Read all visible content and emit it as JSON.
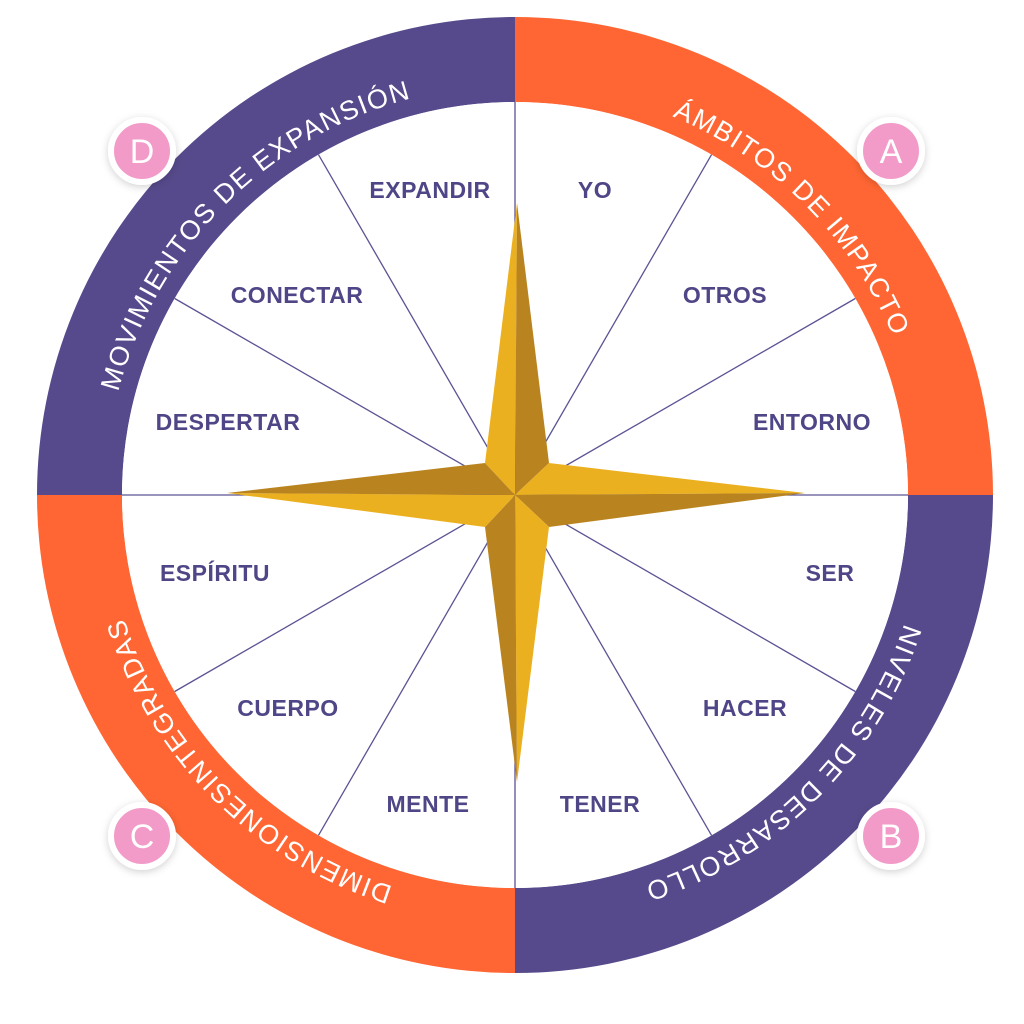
{
  "colors": {
    "purple": "#574a8c",
    "orange": "#ff6633",
    "label": "#4e4686",
    "badge": "#f29bc9",
    "star_light": "#ebb01f",
    "star_dark": "#b98420"
  },
  "quadrants": [
    {
      "badge": "A",
      "title": "ÁMBITOS DE IMPACTO",
      "color": "orange",
      "items": [
        "YO",
        "OTROS",
        "ENTORNO"
      ]
    },
    {
      "badge": "B",
      "title": "NIVELES DE DESARROLLO",
      "color": "purple",
      "items": [
        "SER",
        "HACER",
        "TENER"
      ]
    },
    {
      "badge": "C",
      "title": "DIMENSIONESINTEGRADAS",
      "color": "orange",
      "items": [
        "MENTE",
        "CUERPO",
        "ESPÍRITU"
      ]
    },
    {
      "badge": "D",
      "title": "MOVIMIENTOS DE EXPANSIÓN",
      "color": "purple",
      "items": [
        "DESPERTAR",
        "CONECTAR",
        "EXPANDIR"
      ]
    }
  ],
  "center_icon": "compass-star-icon"
}
